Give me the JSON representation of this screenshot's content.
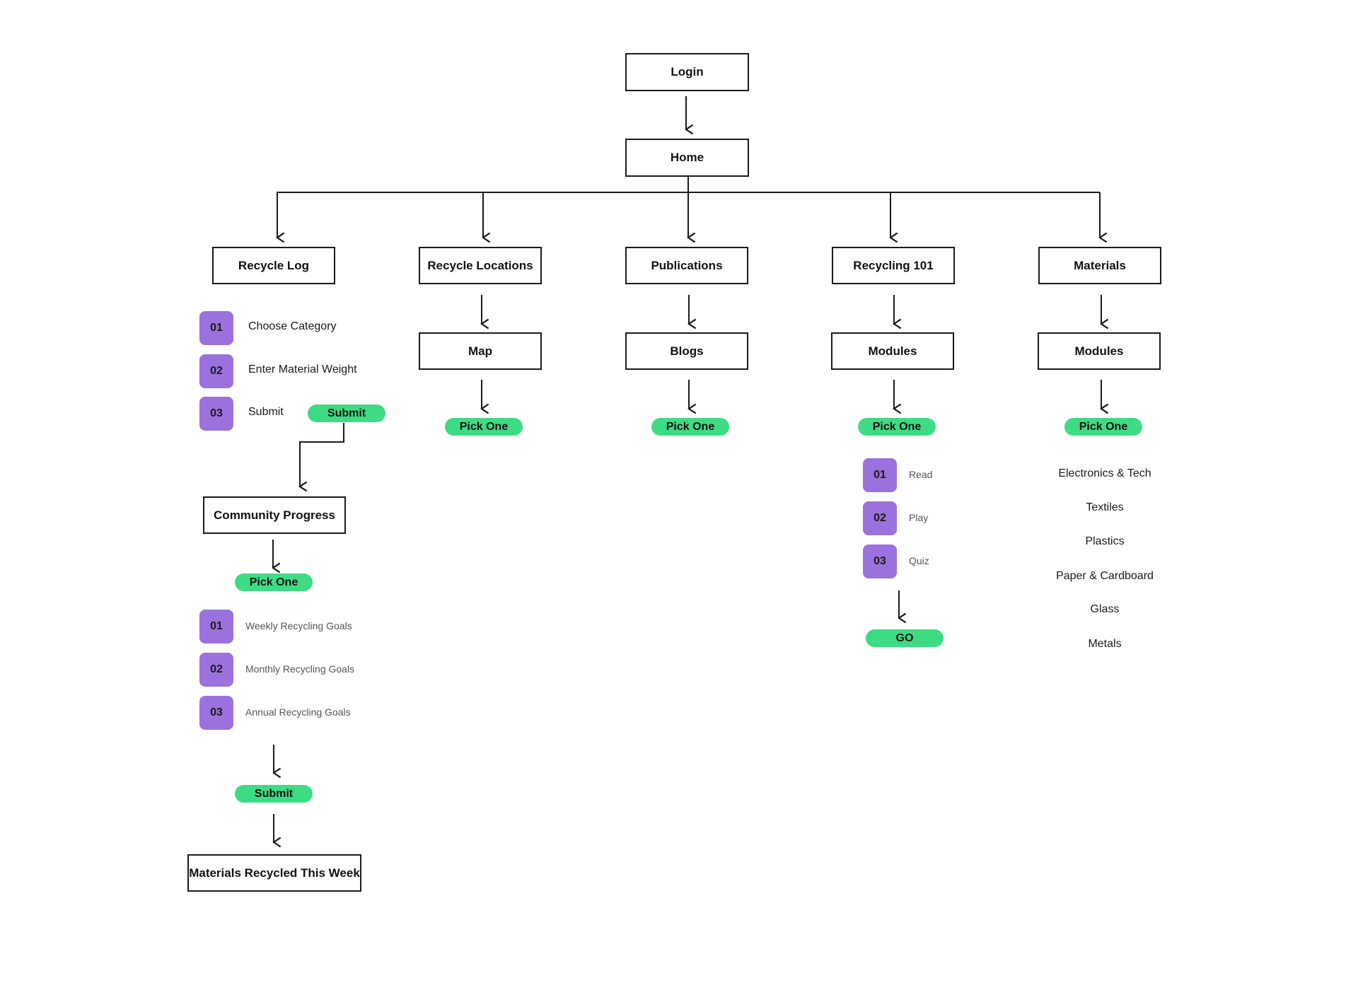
{
  "nodes": {
    "login": "Login",
    "home": "Home",
    "recycle_log": "Recycle Log",
    "recycle_locations": "Recycle Locations",
    "publications": "Publications",
    "recycling_101": "Recycling 101",
    "materials": "Materials",
    "map": "Map",
    "blogs": "Blogs",
    "modules_101": "Modules",
    "modules_materials": "Modules",
    "community_progress": "Community Progress",
    "materials_recycled": "Materials Recycled This Week"
  },
  "pills": {
    "submit_log": "Submit",
    "pick_one_locations": "Pick One",
    "pick_one_publications": "Pick One",
    "pick_one_101": "Pick One",
    "pick_one_materials": "Pick One",
    "pick_one_community": "Pick One",
    "go": "GO",
    "submit_community": "Submit"
  },
  "recycle_log_steps": [
    {
      "num": "01",
      "label": "Choose Category"
    },
    {
      "num": "02",
      "label": "Enter Material Weight"
    },
    {
      "num": "03",
      "label": "Submit"
    }
  ],
  "community_steps": [
    {
      "num": "01",
      "label": "Weekly Recycling Goals"
    },
    {
      "num": "02",
      "label": "Monthly Recycling Goals"
    },
    {
      "num": "03",
      "label": "Annual  Recycling Goals"
    }
  ],
  "module_steps": [
    {
      "num": "01",
      "label": "Read"
    },
    {
      "num": "02",
      "label": "Play"
    },
    {
      "num": "03",
      "label": "Quiz"
    }
  ],
  "material_types": [
    "Electronics & Tech",
    "Textiles",
    "Plastics",
    "Paper & Cardboard",
    "Glass",
    "Metals"
  ],
  "colors": {
    "pill": "#3ddc84",
    "badge": "#9b72dd",
    "stroke": "#1a1a1a"
  }
}
